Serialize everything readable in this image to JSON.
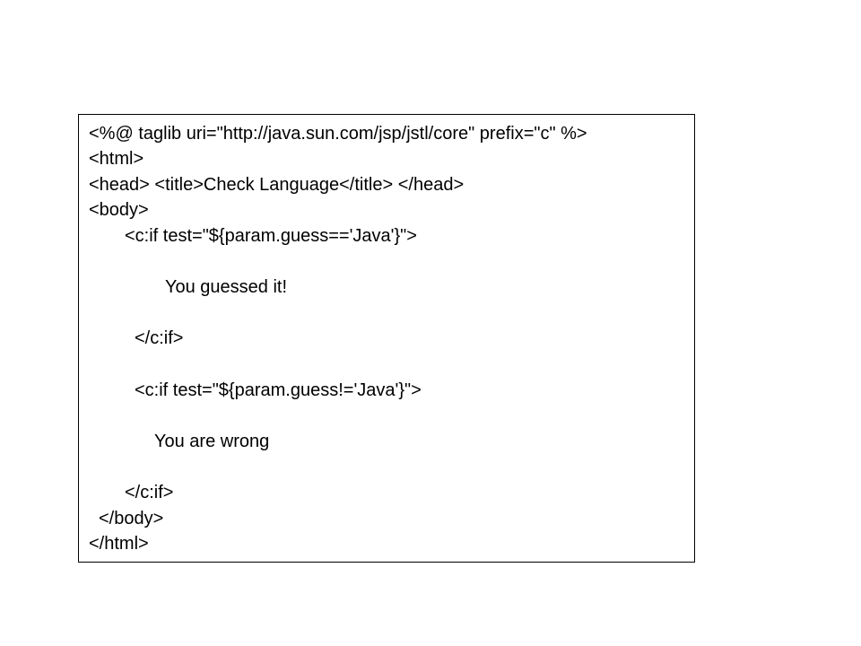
{
  "code": {
    "lines": [
      "<%@ taglib uri=\"http://java.sun.com/jsp/jstl/core\" prefix=\"c\" %>",
      "<html>",
      "<head> <title>Check Language</title> </head>",
      "<body>",
      "<c:if test=\"${param.guess=='Java'}\">",
      "You guessed it!",
      "</c:if>",
      "<c:if test=\"${param.guess!='Java'}\">",
      "You are wrong",
      "</c:if>",
      "</body>",
      "</html>"
    ]
  }
}
